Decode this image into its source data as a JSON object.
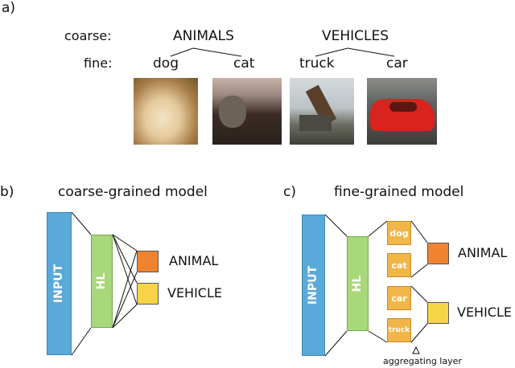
{
  "panel_a": {
    "letter": "a)",
    "coarse_label": "coarse:",
    "fine_label": "fine:",
    "coarse_classes": [
      "ANIMALS",
      "VEHICLES"
    ],
    "fine_classes": [
      "dog",
      "cat",
      "truck",
      "car"
    ]
  },
  "panel_b": {
    "letter": "b)",
    "title": "coarse-grained model",
    "input_label": "INPUT",
    "hidden_label": "HL",
    "outputs": [
      {
        "label": "ANIMAL",
        "color": "#f0832f"
      },
      {
        "label": "VEHICLE",
        "color": "#f7d447"
      }
    ]
  },
  "panel_c": {
    "letter": "c)",
    "title": "fine-grained model",
    "input_label": "INPUT",
    "hidden_label": "HL",
    "fine_units": [
      "dog",
      "cat",
      "car",
      "truck"
    ],
    "outputs": [
      {
        "label": "ANIMAL",
        "color": "#f0832f"
      },
      {
        "label": "VEHICLE",
        "color": "#f7d447"
      }
    ],
    "aggregating_label": "aggregating layer"
  },
  "colors": {
    "input": "#5aa9d9",
    "hidden": "#a8d87a",
    "fine_unit": "#f2b548",
    "animal": "#f0832f",
    "vehicle": "#f7d447"
  }
}
